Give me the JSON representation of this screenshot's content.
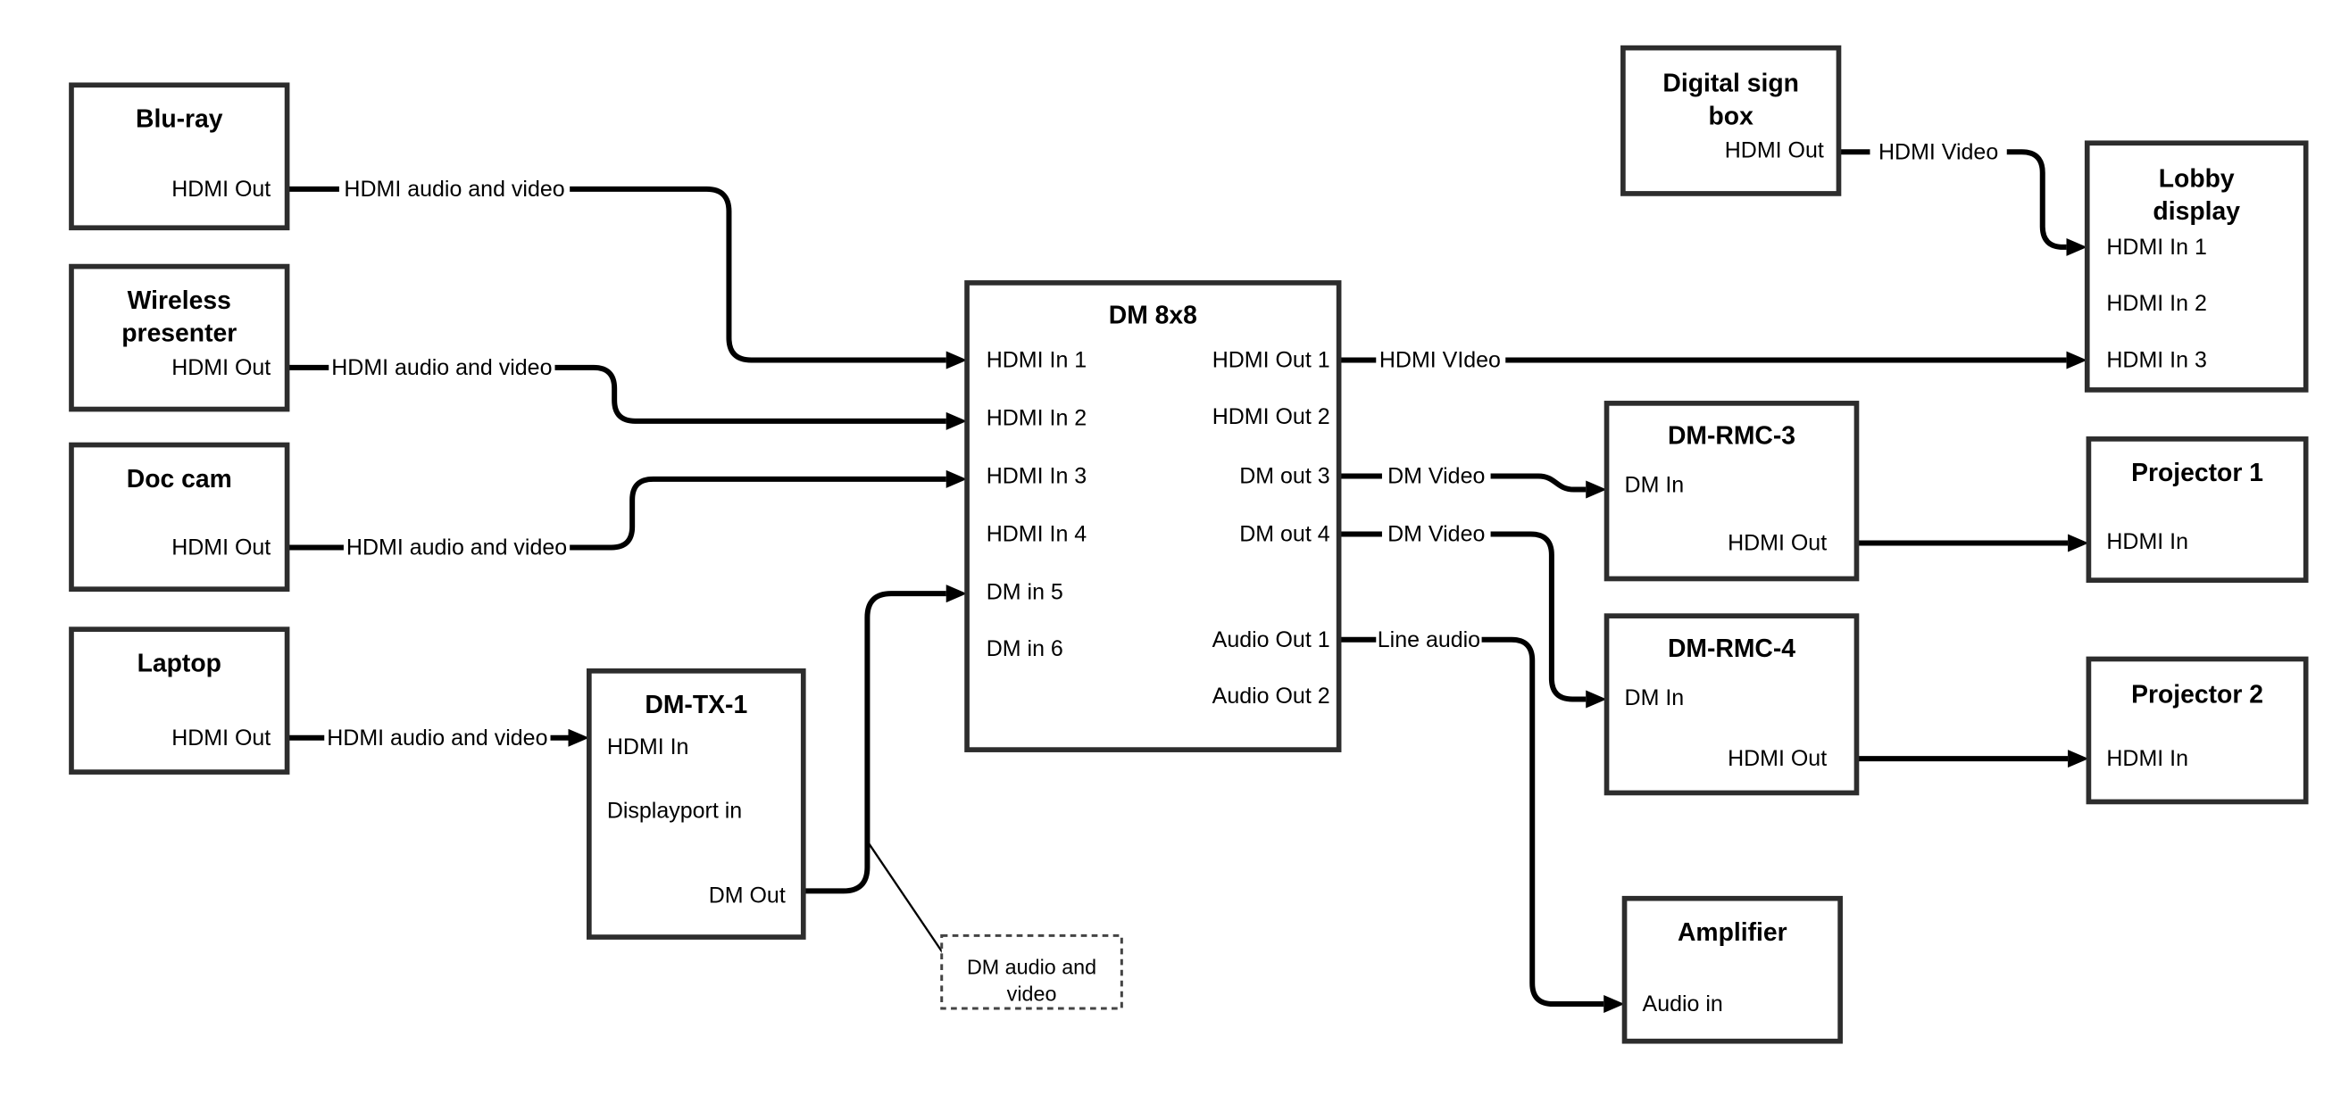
{
  "colors": {
    "line": "#000000",
    "box_border": "#2d2d2d",
    "background": "#ffffff",
    "text": "#000000"
  },
  "nodes": {
    "bluray": {
      "title": "Blu-ray",
      "ports": {
        "hdmi_out": "HDMI Out"
      }
    },
    "wireless_presenter": {
      "title_line1": "Wireless",
      "title_line2": "presenter",
      "ports": {
        "hdmi_out": "HDMI Out"
      }
    },
    "doc_cam": {
      "title": "Doc cam",
      "ports": {
        "hdmi_out": "HDMI Out"
      }
    },
    "laptop": {
      "title": "Laptop",
      "ports": {
        "hdmi_out": "HDMI Out"
      }
    },
    "dm_tx_1": {
      "title": "DM-TX-1",
      "ports": {
        "hdmi_in": "HDMI In",
        "displayport_in": "Displayport in",
        "dm_out": "DM Out"
      }
    },
    "dm_8x8": {
      "title": "DM 8x8",
      "ports": {
        "hdmi_in_1": "HDMI In 1",
        "hdmi_in_2": "HDMI In 2",
        "hdmi_in_3": "HDMI In 3",
        "hdmi_in_4": "HDMI In 4",
        "dm_in_5": "DM in 5",
        "dm_in_6": "DM in 6",
        "hdmi_out_1": "HDMI Out 1",
        "hdmi_out_2": "HDMI Out 2",
        "dm_out_3": "DM out 3",
        "dm_out_4": "DM out 4",
        "audio_out_1": "Audio Out 1",
        "audio_out_2": "Audio Out 2"
      }
    },
    "digital_sign_box": {
      "title_line1": "Digital sign",
      "title_line2": "box",
      "ports": {
        "hdmi_out": "HDMI Out"
      }
    },
    "lobby_display": {
      "title_line1": "Lobby",
      "title_line2": "display",
      "ports": {
        "hdmi_in_1": "HDMI In 1",
        "hdmi_in_2": "HDMI In 2",
        "hdmi_in_3": "HDMI In 3"
      }
    },
    "dm_rmc_3": {
      "title": "DM-RMC-3",
      "ports": {
        "dm_in": "DM In",
        "hdmi_out": "HDMI Out"
      }
    },
    "projector_1": {
      "title": "Projector 1",
      "ports": {
        "hdmi_in": "HDMI In"
      }
    },
    "dm_rmc_4": {
      "title": "DM-RMC-4",
      "ports": {
        "dm_in": "DM In",
        "hdmi_out": "HDMI Out"
      }
    },
    "projector_2": {
      "title": "Projector 2",
      "ports": {
        "hdmi_in": "HDMI In"
      }
    },
    "amplifier": {
      "title": "Amplifier",
      "ports": {
        "audio_in": "Audio in"
      }
    }
  },
  "edges": {
    "bluray_to_dm8x8": {
      "label": "HDMI audio and video"
    },
    "wireless_to_dm8x8": {
      "label": "HDMI audio and video"
    },
    "doccam_to_dm8x8": {
      "label": "HDMI audio and video"
    },
    "laptop_to_dmtx1": {
      "label": "HDMI audio and video"
    },
    "dmtx1_to_dm8x8": {
      "label": ""
    },
    "dm8x8_to_lobby": {
      "label": "HDMI VIdeo"
    },
    "digisign_to_lobby": {
      "label": "HDMI Video"
    },
    "dm8x8_to_rmc3": {
      "label": "DM Video"
    },
    "dm8x8_to_rmc4": {
      "label": "DM Video"
    },
    "dm8x8_to_amplifier": {
      "label": "Line audio"
    },
    "rmc3_to_proj1": {
      "label": ""
    },
    "rmc4_to_proj2": {
      "label": ""
    }
  },
  "callout": {
    "line1": "DM audio and",
    "line2": "video"
  }
}
